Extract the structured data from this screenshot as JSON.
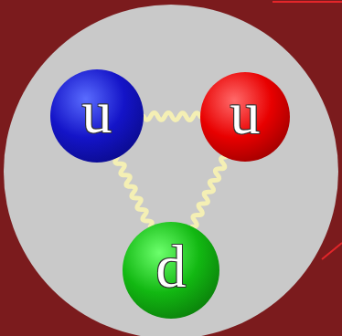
{
  "diagram": {
    "nodes": [
      {
        "text": [
          "u"
        ]
      },
      {
        "text": [
          "u"
        ]
      },
      {
        "text": [
          "d"
        ]
      }
    ],
    "edges": [
      {
        "from": 0,
        "to": 1,
        "arrow": "none"
      },
      {
        "from": 0,
        "to": 2,
        "arrow": "none"
      },
      {
        "from": 1,
        "to": 2,
        "arrow": "none"
      }
    ]
  }
}
